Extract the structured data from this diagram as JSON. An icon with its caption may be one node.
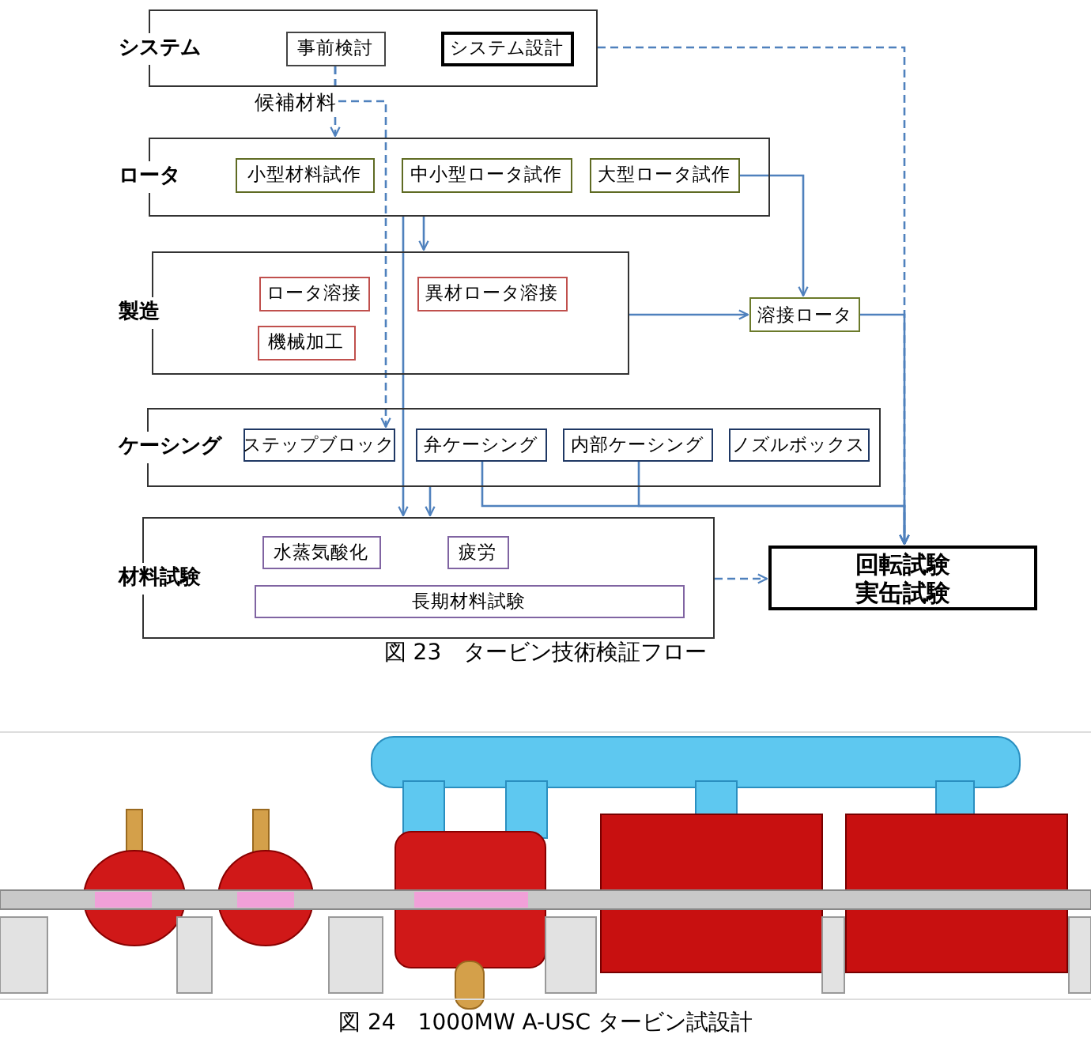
{
  "diagram": {
    "caption": "図 23　タービン技術検証フロー",
    "nodes": [
      {
        "text": [
          "システム"
        ]
      },
      {
        "text": [
          "事前検討"
        ],
        "in": 0
      },
      {
        "text": [
          "システム設計"
        ],
        "in": 0
      },
      {
        "text": [
          "ロータ"
        ]
      },
      {
        "text": [
          "小型材料試作"
        ],
        "in": 3
      },
      {
        "text": [
          "中小型ロータ試作"
        ],
        "in": 3
      },
      {
        "text": [
          "大型ロータ試作"
        ],
        "in": 3
      },
      {
        "text": [
          "製造"
        ]
      },
      {
        "text": [
          "ロータ溶接"
        ],
        "in": 7
      },
      {
        "text": [
          "異材ロータ溶接"
        ],
        "in": 7
      },
      {
        "text": [
          "機械加工"
        ],
        "in": 7
      },
      {
        "text": [
          "溶接ロータ"
        ]
      },
      {
        "text": [
          "ケーシング"
        ]
      },
      {
        "text": [
          "ステップブロック"
        ],
        "in": 12
      },
      {
        "text": [
          "弁ケーシング"
        ],
        "in": 12
      },
      {
        "text": [
          "内部ケーシング"
        ],
        "in": 12
      },
      {
        "text": [
          "ノズルボックス"
        ],
        "in": 12
      },
      {
        "text": [
          "材料試験"
        ]
      },
      {
        "text": [
          "水蒸気酸化"
        ],
        "in": 17
      },
      {
        "text": [
          "疲労"
        ],
        "in": 17
      },
      {
        "text": [
          "長期材料試験"
        ],
        "in": 17
      },
      {
        "text": [
          "回転試験実缶試験"
        ]
      }
    ],
    "edges": [
      {
        "from": 1,
        "to": 3,
        "arrow": "to",
        "style": "dashed",
        "label": "候補材料"
      },
      {
        "from": 1,
        "to": 13,
        "arrow": "to",
        "style": "dashed"
      },
      {
        "from": 0,
        "to": 21,
        "arrow": "to",
        "style": "dashed"
      },
      {
        "from": 3,
        "to": 7,
        "arrow": "to"
      },
      {
        "from": 3,
        "to": 17,
        "arrow": "to"
      },
      {
        "from": 6,
        "to": 11,
        "arrow": "to"
      },
      {
        "from": 7,
        "to": 11,
        "arrow": "to"
      },
      {
        "from": 11,
        "to": 21,
        "arrow": "to"
      },
      {
        "from": 14,
        "to": 21,
        "arrow": "to"
      },
      {
        "from": 15,
        "to": 21,
        "arrow": "to"
      },
      {
        "from": 12,
        "to": 17,
        "arrow": "to"
      },
      {
        "from": 17,
        "to": 21,
        "arrow": "to",
        "style": "dashed"
      }
    ],
    "labels": [
      "図 24　1000MW A-USC タービン試設計"
    ]
  }
}
